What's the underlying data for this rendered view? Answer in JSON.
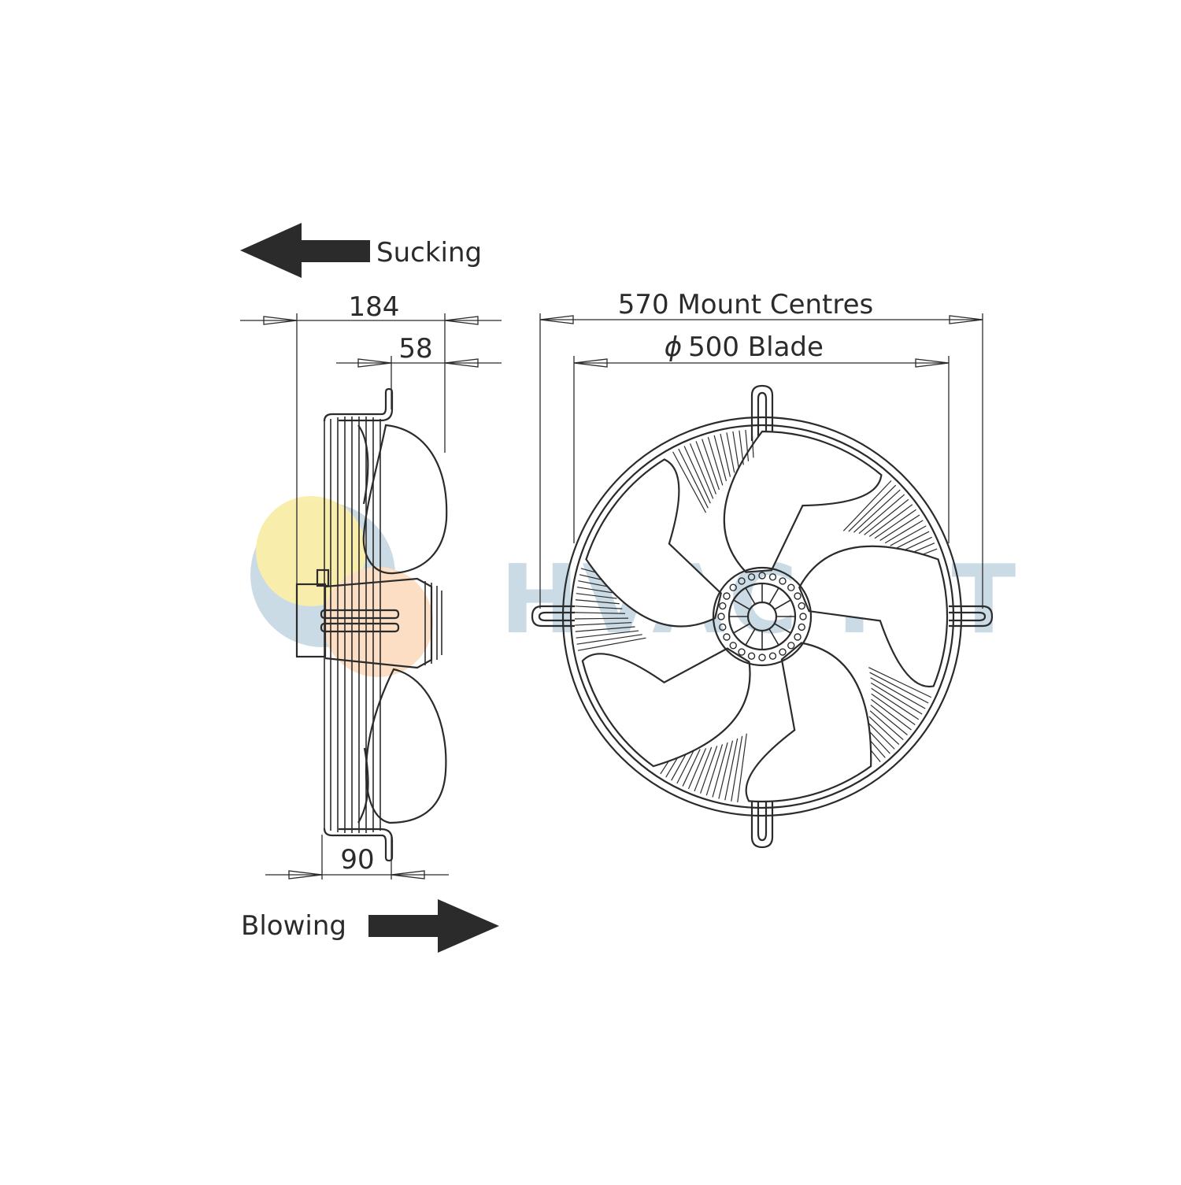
{
  "colors": {
    "line": "#2b2b2b",
    "arrow_fill": "#2b2b2b",
    "watermark_blue": "#9fbfd3",
    "watermark_yellow": "#f5e06a",
    "watermark_orange": "#f8c493"
  },
  "airflow": {
    "sucking_label": "Sucking",
    "blowing_label": "Blowing"
  },
  "side_view": {
    "overall_depth": "184",
    "blade_depth": "58",
    "guard_depth": "90"
  },
  "front_view": {
    "mount_centres": "570 Mount Centres",
    "blade_symbol": "ϕ",
    "blade_diameter": "500 Blade",
    "blade_count": 5
  },
  "watermark": {
    "text": "HVAC KIT"
  }
}
